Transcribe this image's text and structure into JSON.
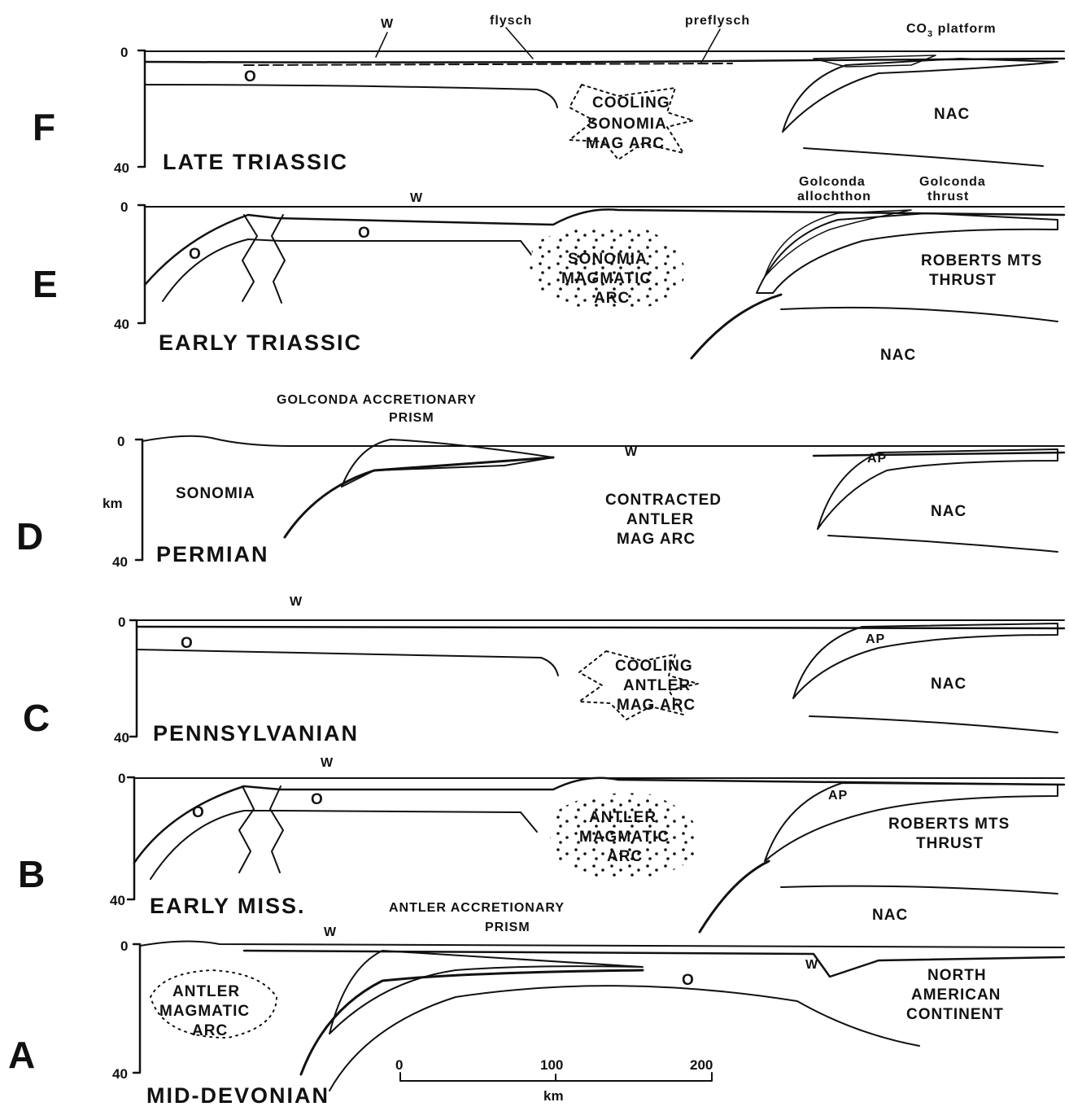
{
  "panels": {
    "F": {
      "letter": "F",
      "age": "LATE TRIASSIC",
      "depth_top": "0",
      "depth_bottom": "40",
      "labels": {
        "W": "W",
        "O": "O",
        "flysch": "flysch",
        "preflysch": "preflysch",
        "co3": "CO",
        "co3_sub": "3",
        "co3_rest": " platform",
        "arc1": "COOLING",
        "arc2": "SONOMIA",
        "arc3": "MAG ARC",
        "nac": "NAC"
      }
    },
    "E": {
      "letter": "E",
      "age": "EARLY TRIASSIC",
      "depth_top": "0",
      "depth_bottom": "40",
      "labels": {
        "W": "W",
        "O": "O",
        "arc1": "SONOMIA",
        "arc2": "MAGMATIC",
        "arc3": "ARC",
        "golc_allo1": "Golconda",
        "golc_allo2": "allochthon",
        "golc_thr1": "Golconda",
        "golc_thr2": "thrust",
        "rmt1": "ROBERTS MTS",
        "rmt2": "THRUST",
        "nac": "NAC"
      }
    },
    "D": {
      "letter": "D",
      "age": "PERMIAN",
      "depth_top": "0",
      "depth_bottom": "40",
      "unit": "km",
      "labels": {
        "prism1": "GOLCONDA ACCRETIONARY",
        "prism2": "PRISM",
        "sonomia": "SONOMIA",
        "W": "W",
        "arc1": "CONTRACTED",
        "arc2": "ANTLER",
        "arc3": "MAG ARC",
        "ap": "AP",
        "nac": "NAC"
      }
    },
    "C": {
      "letter": "C",
      "age": "PENNSYLVANIAN",
      "depth_top": "0",
      "depth_bottom": "40",
      "labels": {
        "W": "W",
        "O": "O",
        "arc1": "COOLING",
        "arc2": "ANTLER",
        "arc3": "MAG ARC",
        "ap": "AP",
        "nac": "NAC"
      }
    },
    "B": {
      "letter": "B",
      "age": "EARLY MISS.",
      "depth_top": "0",
      "depth_bottom": "40",
      "labels": {
        "W": "W",
        "O": "O",
        "arc1": "ANTLER",
        "arc2": "MAGMATIC",
        "arc3": "ARC",
        "ap": "AP",
        "rmt1": "ROBERTS MTS",
        "rmt2": "THRUST",
        "nac": "NAC"
      }
    },
    "A": {
      "letter": "A",
      "age": "MID-DEVONIAN",
      "depth_top": "0",
      "depth_bottom": "40",
      "labels": {
        "prism1": "ANTLER ACCRETIONARY",
        "prism2": "PRISM",
        "W": "W",
        "W2": "W",
        "O": "O",
        "arc1": "ANTLER",
        "arc2": "MAGMATIC",
        "arc3": "ARC",
        "nac1": "NORTH",
        "nac2": "AMERICAN",
        "nac3": "CONTINENT"
      }
    }
  },
  "scale_bar": {
    "ticks": [
      "0",
      "100",
      "200"
    ],
    "unit": "km"
  },
  "colors": {
    "ink": "#111111",
    "paper": "#ffffff"
  }
}
